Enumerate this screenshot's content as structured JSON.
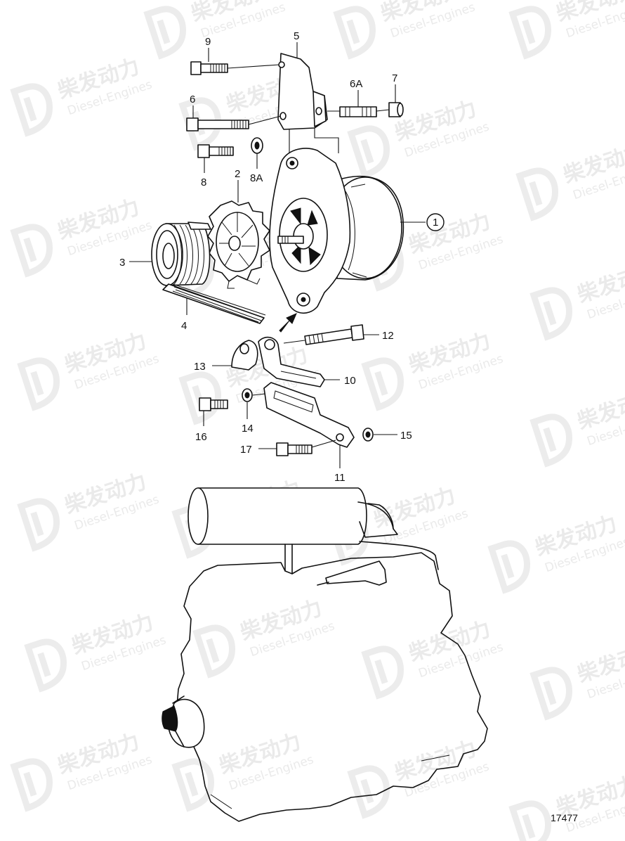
{
  "watermark": {
    "brand_cn": "柴发动力",
    "brand_en": "Diesel-Engines"
  },
  "drawing_number": "17477",
  "callouts": {
    "c1": "1",
    "c2": "2",
    "c3": "3",
    "c4": "4",
    "c5": "5",
    "c6": "6",
    "c6a": "6A",
    "c7": "7",
    "c8": "8",
    "c8a": "8A",
    "c9": "9",
    "c10": "10",
    "c11": "11",
    "c12": "12",
    "c13": "13",
    "c14": "14",
    "c15": "15",
    "c16": "16",
    "c17": "17"
  },
  "colors": {
    "line": "#111111",
    "background": "#ffffff",
    "watermark": "#d9d9d9"
  }
}
